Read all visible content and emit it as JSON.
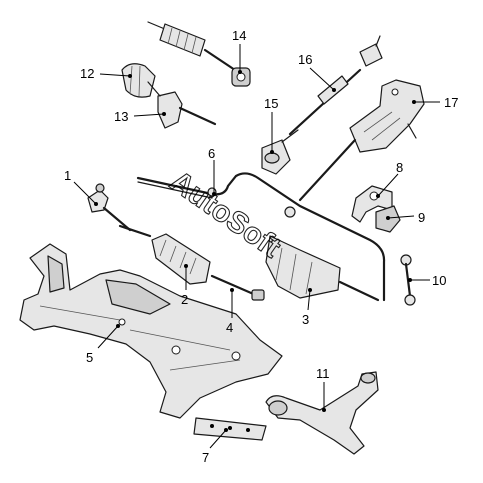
{
  "diagram": {
    "callouts": [
      {
        "id": "c1",
        "label": "1"
      },
      {
        "id": "c2",
        "label": "2"
      },
      {
        "id": "c3",
        "label": "3"
      },
      {
        "id": "c4",
        "label": "4"
      },
      {
        "id": "c5",
        "label": "5"
      },
      {
        "id": "c6",
        "label": "6"
      },
      {
        "id": "c7",
        "label": "7"
      },
      {
        "id": "c8",
        "label": "8"
      },
      {
        "id": "c9",
        "label": "9"
      },
      {
        "id": "c10",
        "label": "10"
      },
      {
        "id": "c11",
        "label": "11"
      },
      {
        "id": "c12",
        "label": "12"
      },
      {
        "id": "c13",
        "label": "13"
      },
      {
        "id": "c14",
        "label": "14"
      },
      {
        "id": "c15",
        "label": "15"
      },
      {
        "id": "c16",
        "label": "16"
      },
      {
        "id": "c17",
        "label": "17"
      }
    ],
    "watermark": "AutoSoft"
  }
}
